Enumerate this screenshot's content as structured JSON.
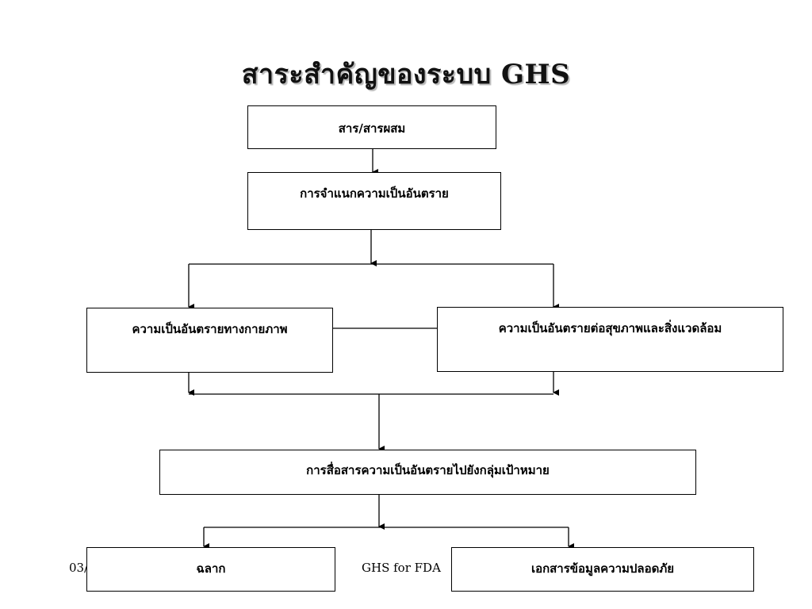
{
  "title": "สาระสำคัญของระบบ GHS",
  "nodes": {
    "substance": "สาร/สารผสม",
    "classification": "การจำแนกความเป็นอันตราย",
    "physical_hazard": "ความเป็นอันตรายทางกายภาพ",
    "health_env_hazard": "ความเป็นอันตรายต่อสุขภาพและสิ่งแวดล้อม",
    "communication": "การสื่อสารความเป็นอันตรายไปยังกลุ่มเป้าหมาย",
    "label": "ฉลาก",
    "sds": "เอกสารข้อมูลความปลอดภัย"
  },
  "footer": {
    "date_fragment": "03/",
    "center_text": "GHS for FDA"
  },
  "colors": {
    "line": "#000000",
    "title_shadow": "#b8b8b8"
  }
}
